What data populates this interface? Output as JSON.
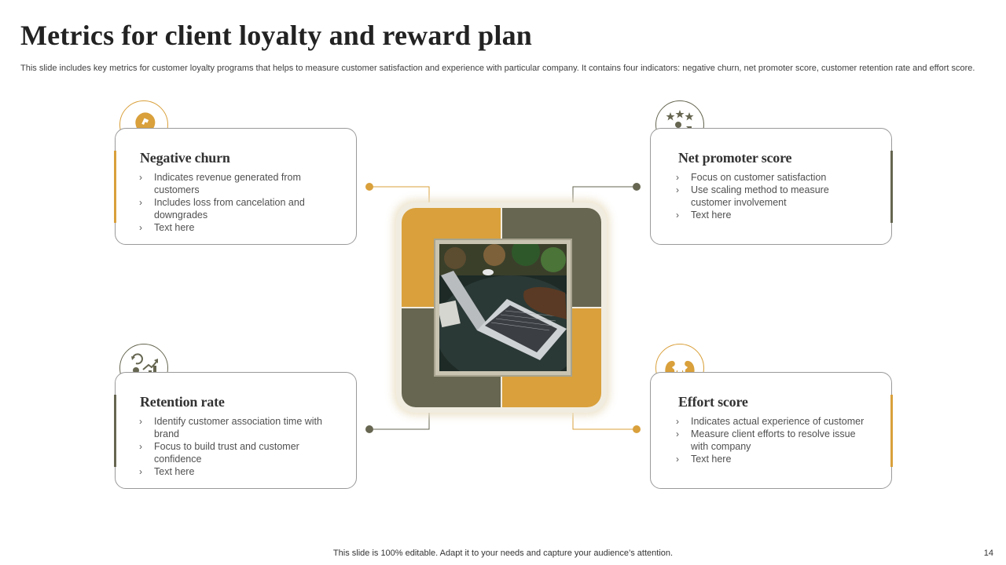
{
  "slide": {
    "title": "Metrics for client loyalty and reward plan",
    "subtitle": "This slide includes key metrics for customer loyalty programs that helps to measure customer satisfaction and experience with particular company. It contains four indicators: negative churn, net promoter score, customer retention rate and effort score.",
    "footer": "This slide is 100% editable. Adapt it to your needs and capture your audience’s attention.",
    "page_number": "14"
  },
  "colors": {
    "gold": "#D9A03B",
    "olive": "#666651"
  },
  "bullet_marker": "›",
  "center_image": {
    "icon": "laptop-photo"
  },
  "cards": [
    {
      "title": "Negative churn",
      "icon": "lightbulb-puzzle-icon",
      "bullets": [
        "Indicates revenue generated from customers",
        "Includes loss from cancelation and downgrades",
        "Text here"
      ]
    },
    {
      "title": "Net promoter score",
      "icon": "rating-stars-person-icon",
      "bullets": [
        "Focus on customer satisfaction",
        "Use scaling method to measure customer involvement",
        "Text here"
      ]
    },
    {
      "title": "Retention rate",
      "icon": "growth-chart-person-icon",
      "bullets": [
        "Identify customer association time with brand",
        "Focus to build trust and customer confidence",
        "Text here"
      ]
    },
    {
      "title": "Effort score",
      "icon": "strong-arms-dumbbell-icon",
      "bullets": [
        "Indicates actual experience of customer",
        "Measure client efforts to resolve issue with company",
        "Text here"
      ]
    }
  ]
}
